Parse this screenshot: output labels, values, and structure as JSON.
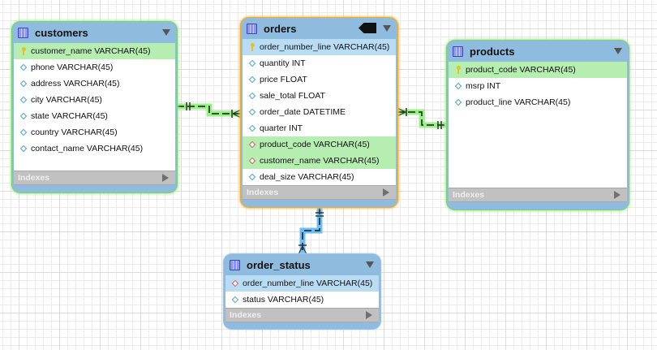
{
  "diagram": {
    "type": "EER diagram",
    "tables": {
      "customers": {
        "name": "customers",
        "columns": [
          {
            "label": "customer_name VARCHAR(45)",
            "icon": "primary-key-icon",
            "highlight": "green"
          },
          {
            "label": "phone VARCHAR(45)",
            "icon": "column-diamond-icon"
          },
          {
            "label": "address VARCHAR(45)",
            "icon": "column-diamond-icon"
          },
          {
            "label": "city VARCHAR(45)",
            "icon": "column-diamond-icon"
          },
          {
            "label": "state VARCHAR(45)",
            "icon": "column-diamond-icon"
          },
          {
            "label": "country VARCHAR(45)",
            "icon": "column-diamond-icon"
          },
          {
            "label": "contact_name VARCHAR(45)",
            "icon": "column-diamond-icon"
          }
        ],
        "indexes_label": "Indexes"
      },
      "orders": {
        "name": "orders",
        "columns": [
          {
            "label": "order_number_line VARCHAR(45)",
            "icon": "primary-key-icon",
            "highlight": "blue"
          },
          {
            "label": "quantity INT",
            "icon": "column-diamond-icon"
          },
          {
            "label": "price FLOAT",
            "icon": "column-diamond-icon"
          },
          {
            "label": "sale_total FLOAT",
            "icon": "column-diamond-icon"
          },
          {
            "label": "order_date DATETIME",
            "icon": "column-diamond-icon"
          },
          {
            "label": "quarter INT",
            "icon": "column-diamond-icon"
          },
          {
            "label": "product_code VARCHAR(45)",
            "icon": "foreign-key-diamond-icon",
            "highlight": "green"
          },
          {
            "label": "customer_name VARCHAR(45)",
            "icon": "foreign-key-diamond-icon",
            "highlight": "green"
          },
          {
            "label": "deal_size VARCHAR(45)",
            "icon": "column-diamond-icon"
          }
        ],
        "indexes_label": "Indexes"
      },
      "products": {
        "name": "products",
        "columns": [
          {
            "label": "product_code VARCHAR(45)",
            "icon": "primary-key-icon",
            "highlight": "green"
          },
          {
            "label": "msrp INT",
            "icon": "column-diamond-icon"
          },
          {
            "label": "product_line VARCHAR(45)",
            "icon": "column-diamond-icon"
          }
        ],
        "indexes_label": "Indexes"
      },
      "order_status": {
        "name": "order_status",
        "columns": [
          {
            "label": "order_number_line VARCHAR(45)",
            "icon": "foreign-key-diamond-icon",
            "highlight": "blue"
          },
          {
            "label": "status VARCHAR(45)",
            "icon": "column-diamond-icon"
          }
        ],
        "indexes_label": "Indexes"
      }
    },
    "relationships": [
      {
        "from": "customers",
        "to": "orders",
        "from_cardinality": "one-and-only-one",
        "to_cardinality": "one-or-many",
        "highlight": "green"
      },
      {
        "from": "products",
        "to": "orders",
        "from_cardinality": "one-and-only-one",
        "to_cardinality": "one-or-many",
        "highlight": "green"
      },
      {
        "from": "orders",
        "to": "order_status",
        "from_cardinality": "one-and-only-one",
        "to_cardinality": "one-or-many",
        "highlight": "blue"
      }
    ],
    "colors": {
      "header_blue": "#8fbbdf",
      "selection_green": "#7fd06f",
      "selection_orange": "#f4a92b",
      "fk_highlight_green": "#b5eeb0",
      "pk_highlight_blue": "#b9dcf5",
      "relationship_green_glow": "#8ef07a",
      "relationship_blue_glow": "#5fb8f5"
    }
  }
}
